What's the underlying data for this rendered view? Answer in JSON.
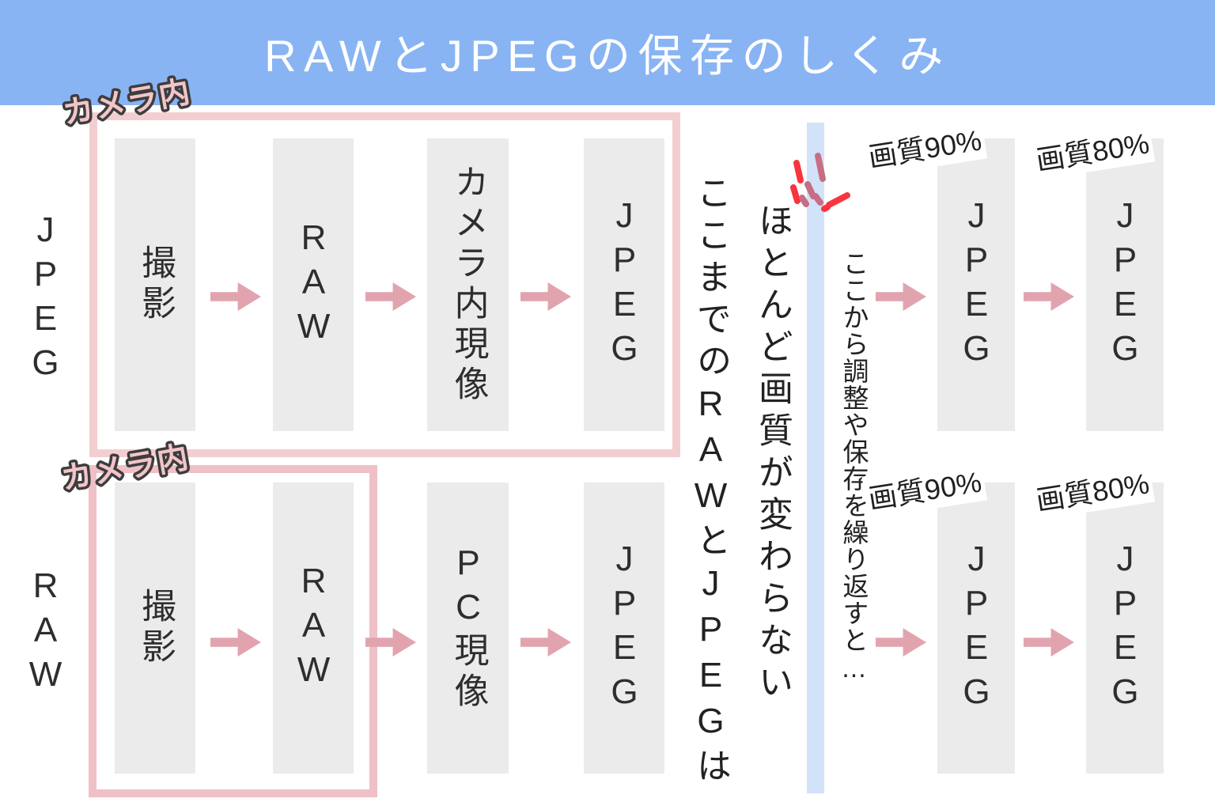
{
  "title": "RAWとJPEGの保存のしくみ",
  "flows": {
    "jpeg_row": {
      "side_label": "JPEG",
      "box_label": "カメラ内",
      "steps": [
        "撮影",
        "RAW",
        "カメラ内現像",
        "JPEG"
      ]
    },
    "raw_row": {
      "side_label": "RAW",
      "box_label": "カメラ内",
      "steps": [
        "撮影",
        "RAW",
        "PC現像",
        "JPEG"
      ]
    }
  },
  "middle_note": {
    "line1": "ここまでのRAWとJPEGは",
    "line2": "ほとんど画質が変わらない"
  },
  "right_section": {
    "note": "ここから調整や保存を繰り返すと…",
    "jpeg_row": {
      "quality1": "画質90%",
      "step1": "JPEG",
      "quality2": "画質80%",
      "step2": "JPEG"
    },
    "raw_row": {
      "quality1": "画質90%",
      "step1": "JPEG",
      "quality2": "画質80%",
      "step2": "JPEG"
    }
  },
  "colors": {
    "header_blue": "#89b4f3",
    "divider_blue": "#d2e2f8",
    "box_border_pink_row1": "#f3ced1",
    "box_border_pink_row2": "#efc0c6",
    "arrow_pink": "#e1a4ae",
    "column_gray": "#ebebeb",
    "burst_red": "#f8353e",
    "burst_mauve": "#c76d85",
    "camera_label_pink": "#f2c5c9",
    "camera_label_outline": "#3d3d3d",
    "text_dark": "#2e2e2e",
    "title_white": "#ffffff"
  }
}
